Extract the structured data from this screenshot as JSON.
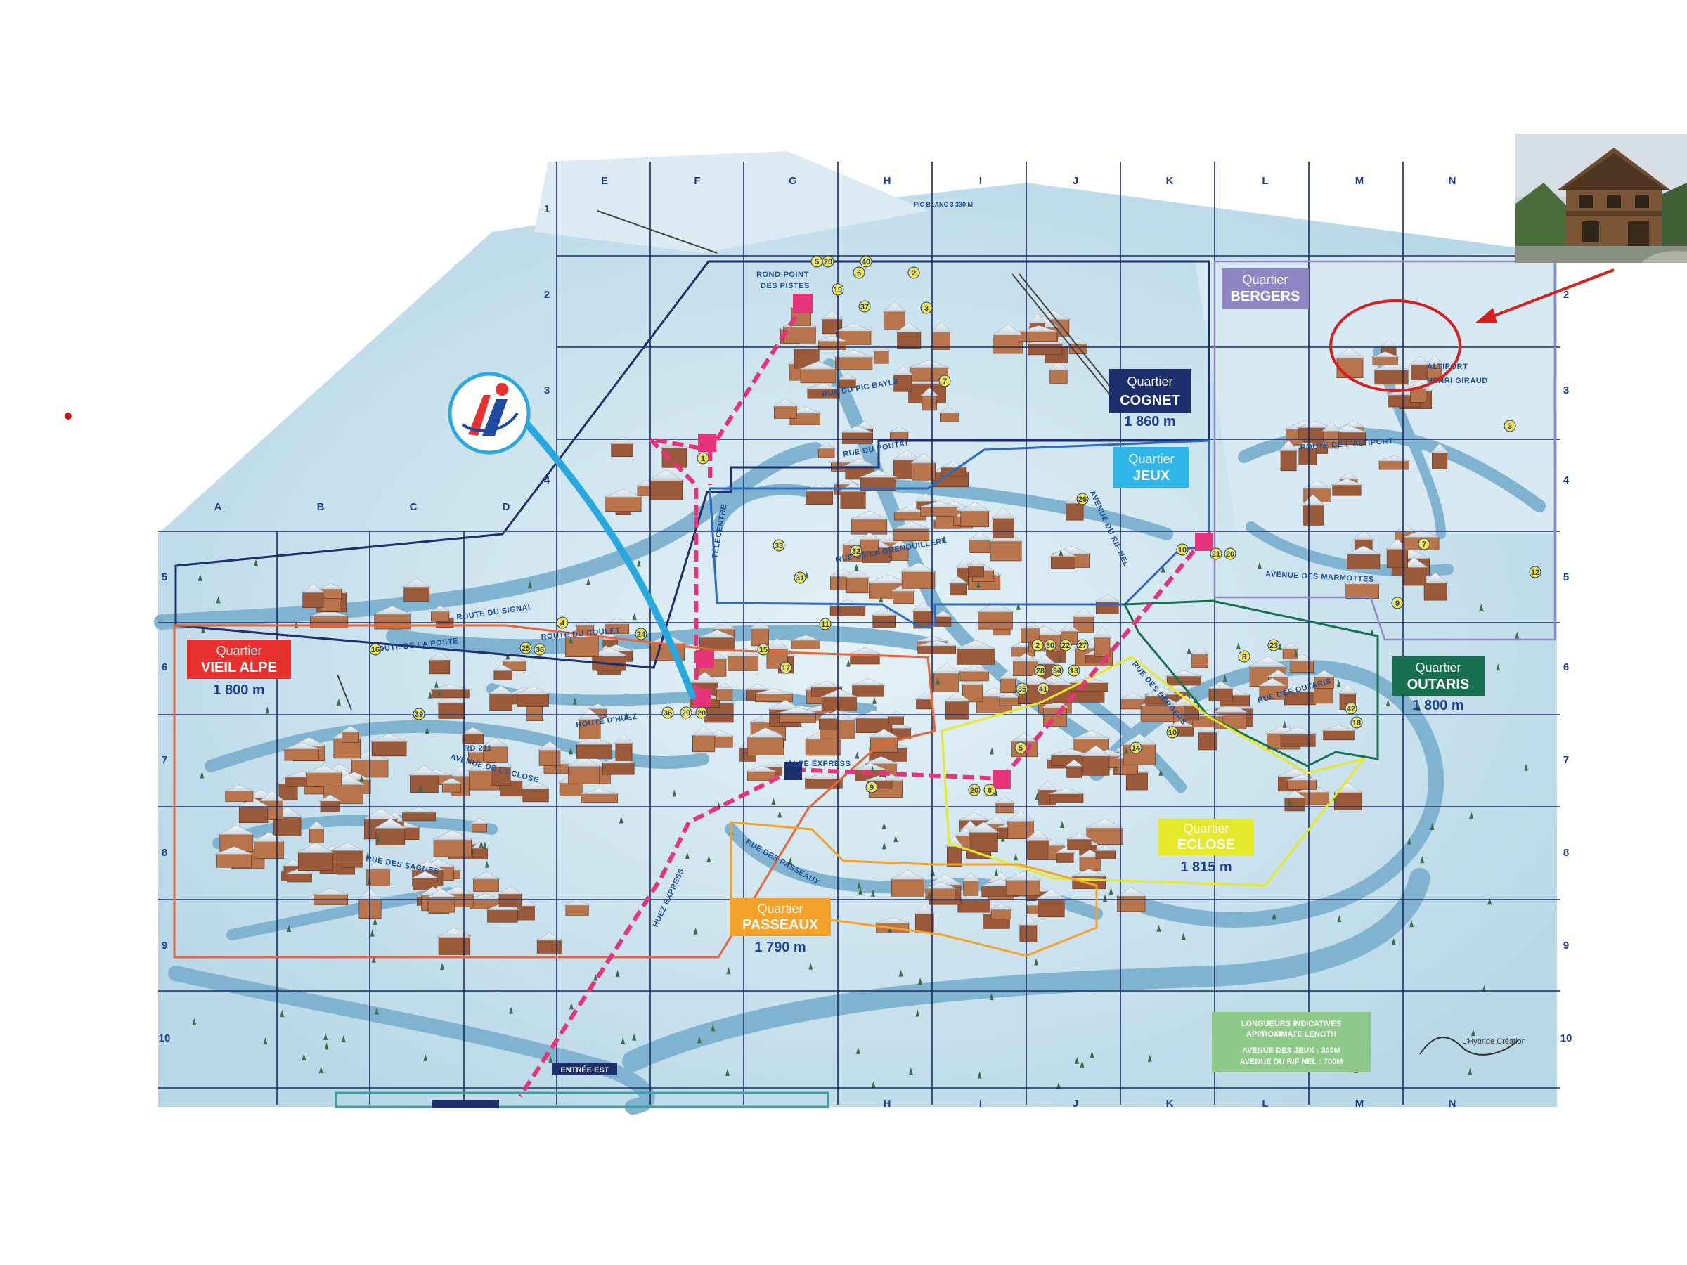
{
  "map": {
    "col_labels_top": [
      "E",
      "F",
      "G",
      "H",
      "I",
      "J",
      "K",
      "L",
      "M",
      "N"
    ],
    "col_labels_left": [
      "A",
      "B",
      "C",
      "D"
    ],
    "col_labels_bottom": [
      "H",
      "I",
      "J",
      "K",
      "L",
      "M",
      "N"
    ],
    "row_labels": [
      "1",
      "2",
      "3",
      "4",
      "5",
      "6",
      "7",
      "8",
      "9",
      "10"
    ],
    "districts": {
      "bergers": {
        "word": "Quartier",
        "name": "BERGERS",
        "color": "#8f86c4"
      },
      "cognet": {
        "word": "Quartier",
        "name": "COGNET",
        "altitude": "1 860 m",
        "color": "#1e2f6e"
      },
      "jeux": {
        "word": "Quartier",
        "name": "JEUX",
        "color": "#2fb5e8"
      },
      "vieil_alpe": {
        "word": "Quartier",
        "name": "VIEIL ALPE",
        "altitude": "1 800 m",
        "color": "#e8312e"
      },
      "outaris": {
        "word": "Quartier",
        "name": "OUTARIS",
        "altitude": "1 800 m",
        "color": "#16704f"
      },
      "eclose": {
        "word": "Quartier",
        "name": "ECLOSE",
        "altitude": "1 815 m",
        "color": "#e6e82a"
      },
      "passeaux": {
        "word": "Quartier",
        "name": "PASSEAUX",
        "altitude": "1 790 m",
        "color": "#f5a22a"
      }
    },
    "streets": {
      "rond_point": "ROND-POINT",
      "des_pistes": "DES PISTES",
      "altiport_1": "ALTIPORT",
      "altiport_2": "HENRI GIRAUD",
      "route_signal": "ROUTE DU SIGNAL",
      "route_poste": "ROUTE DE LA POSTE",
      "route_coulet": "ROUTE DU COULET",
      "route_huez": "ROUTE D'HUEZ",
      "avenue_eclose": "AVENUE DE L'ECLOSE",
      "rue_sagnes": "RUE DES SAGNES",
      "rue_passeaux": "RUE DES PASSEAUX",
      "avenue_marmottes": "AVENUE DES MARMOTTES",
      "route_altiport": "ROUTE DE L'ALTIPORT",
      "avenue_rif_nel": "AVENUE DU RIF NEL",
      "rue_grenouillere": "RUE DE LA GRENOUILLERE",
      "rue_pic_bayle": "RUE DU PIC BAYLE",
      "rue_poutat": "RUE DU POUTAT",
      "rue_outaris": "RUE DES OUTARIS",
      "rue_bergers": "RUE DES BERGERS",
      "rd211": "RD 211",
      "alpe_express": "ALPE EXPRESS",
      "huez_express": "HUEZ EXPRESS",
      "entree_est": "ENTRÉE EST",
      "telecentre": "TÉLÉCENTRE",
      "pic_blanc": "PIC BLANC 3 330 M"
    },
    "legend": {
      "line1": "LONGUEURS INDICATIVES",
      "line2": "APPROXIMATE LENGTH",
      "line3": "AVENUE DES JEUX : 300M",
      "line4": "AVENUE DU RIF NEL : 700M"
    },
    "credit": "L'Hybride Création",
    "markers": [
      "5",
      "20",
      "40",
      "6",
      "19",
      "37",
      "7",
      "3",
      "2",
      "1",
      "12",
      "21",
      "20",
      "10",
      "26",
      "4",
      "24",
      "25",
      "36",
      "16",
      "39",
      "36",
      "29",
      "20",
      "15",
      "17",
      "31",
      "33",
      "32",
      "11",
      "2",
      "30",
      "22",
      "27",
      "28",
      "34",
      "13",
      "35",
      "41",
      "8",
      "23",
      "42",
      "18",
      "10",
      "14",
      "9",
      "20",
      "6",
      "5",
      "3",
      "7",
      "9"
    ]
  },
  "colors": {
    "snow": "#cfe6f0",
    "road": "#7fb3cf",
    "grid": "#1c2a66",
    "ski_lift": "#e6337a",
    "info_line": "#29a8e0",
    "annotation_red": "#d61f1f"
  },
  "icons": [
    "tourist-info-icon",
    "red-arrow-icon",
    "chalet-photo"
  ]
}
